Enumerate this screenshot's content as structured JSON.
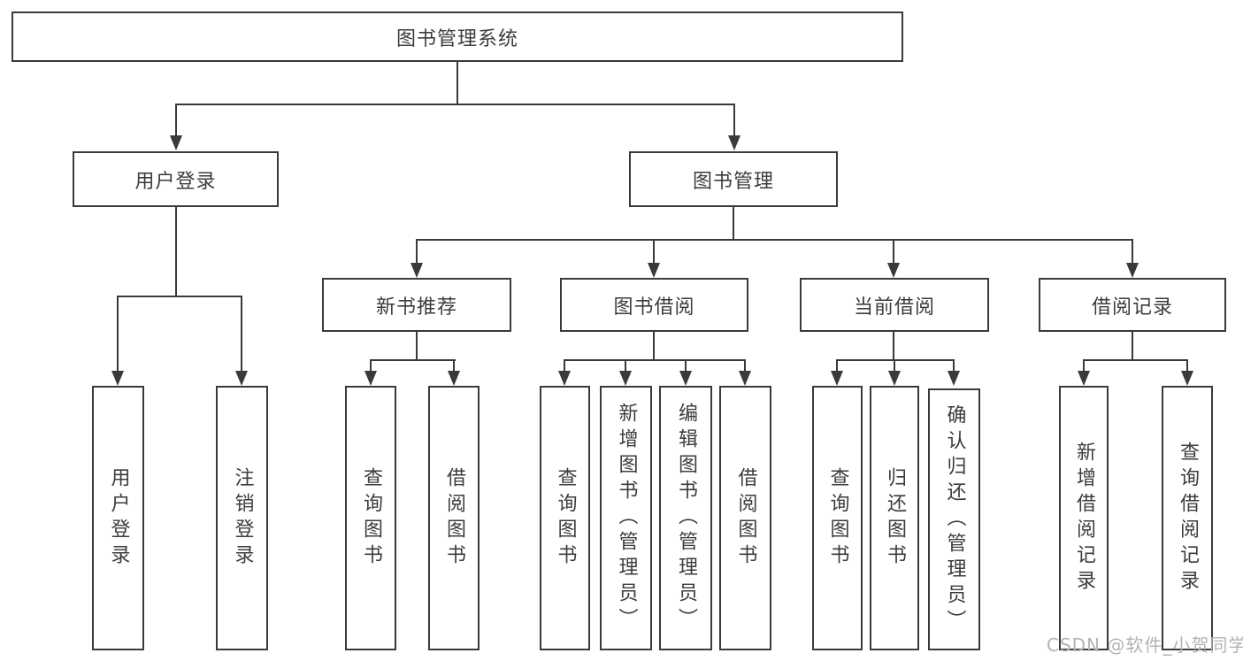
{
  "diagram": {
    "root": "图书管理系统",
    "level2": [
      "用户登录",
      "图书管理"
    ],
    "level3": [
      "新书推荐",
      "图书借阅",
      "当前借阅",
      "借阅记录"
    ],
    "leaves": {
      "user_login": [
        "用户登录",
        "注销登录"
      ],
      "new_book_recommend": [
        "查询图书",
        "借阅图书"
      ],
      "book_borrow": [
        "查询图书",
        "新增图书（管理员）",
        "编辑图书（管理员）",
        "借阅图书"
      ],
      "current_borrow": [
        "查询图书",
        "归还图书",
        "确认归还（管理员）"
      ],
      "borrow_record": [
        "新增借阅记录",
        "查询借阅记录"
      ]
    }
  },
  "watermark": "CSDN @软件_小贺同学",
  "colors": {
    "line": "#3a3a3a",
    "box_border": "#3a3a3a",
    "box_fill": "#ffffff",
    "text": "#3c3c3c",
    "watermark": "#b3b3b3",
    "background": "#ffffff"
  }
}
